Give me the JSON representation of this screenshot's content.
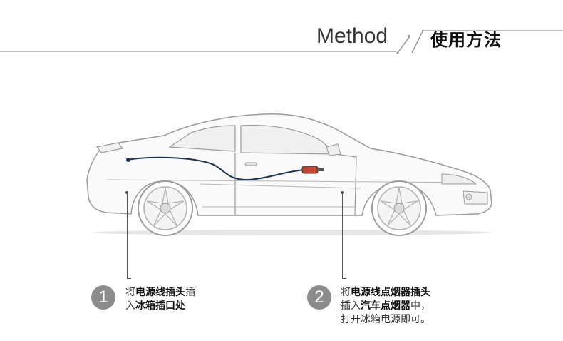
{
  "header": {
    "title_en": "Method",
    "title_cn": "使用方法"
  },
  "steps": [
    {
      "number": "1",
      "line1_pre": "将",
      "line1_bold": "电源线插头",
      "line1_post": "插",
      "line2_pre": "入",
      "line2_bold": "冰箱插口处",
      "line2_post": ""
    },
    {
      "number": "2",
      "line1_pre": "将",
      "line1_bold": "电源线点烟器插头",
      "line1_post": "",
      "line2_pre": "插入",
      "line2_bold": "汽车点烟器",
      "line2_post": "中，",
      "line3": "打开冰箱电源即可。"
    }
  ],
  "colors": {
    "line": "#bdbdbd",
    "circle": "#8c8c8c",
    "cable": "#1f3550",
    "car_outline": "#9a9a9a"
  }
}
